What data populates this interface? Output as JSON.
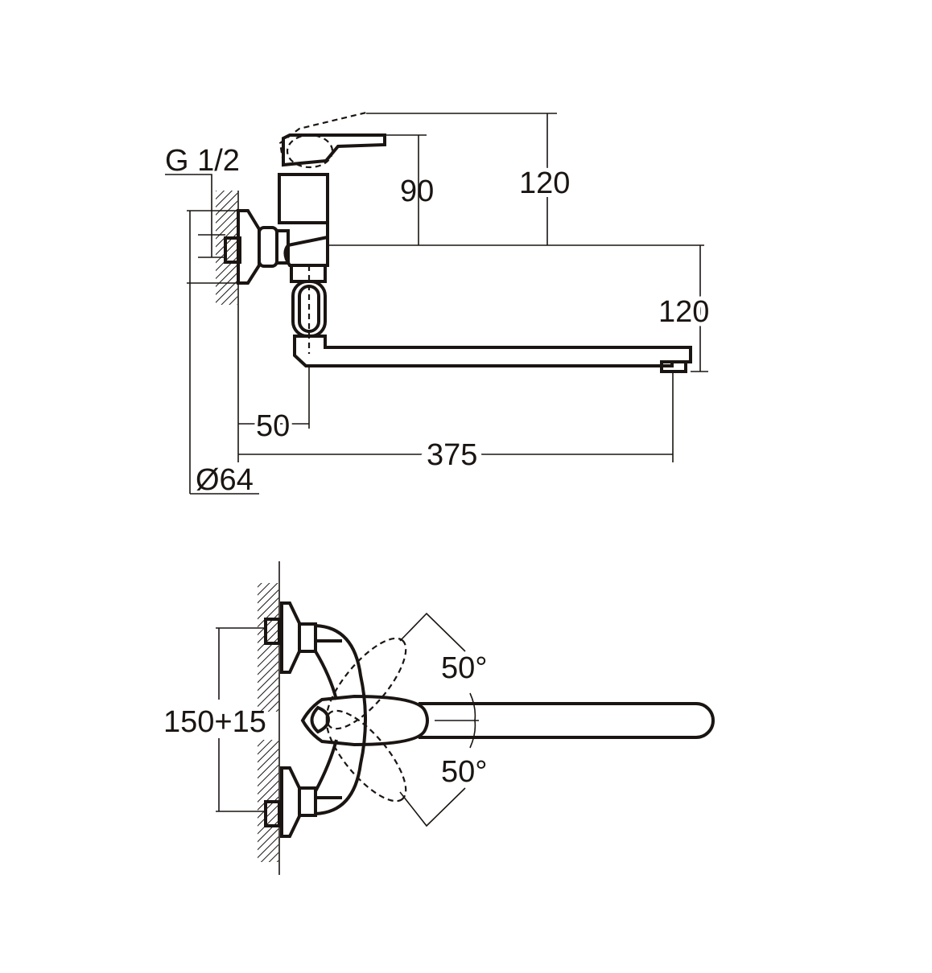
{
  "side_view": {
    "thread_label": "G 1/2",
    "handle_height_label": "90",
    "total_height_label": "120",
    "spout_drop_label": "120",
    "body_offset_label": "50",
    "spout_reach_label": "375",
    "flange_diameter_label": "Ø64"
  },
  "top_view": {
    "center_distance_label": "150+15",
    "rotation_up_label": "50°",
    "rotation_down_label": "50°"
  },
  "colors": {
    "ink": "#1a1512",
    "background": "#ffffff"
  }
}
